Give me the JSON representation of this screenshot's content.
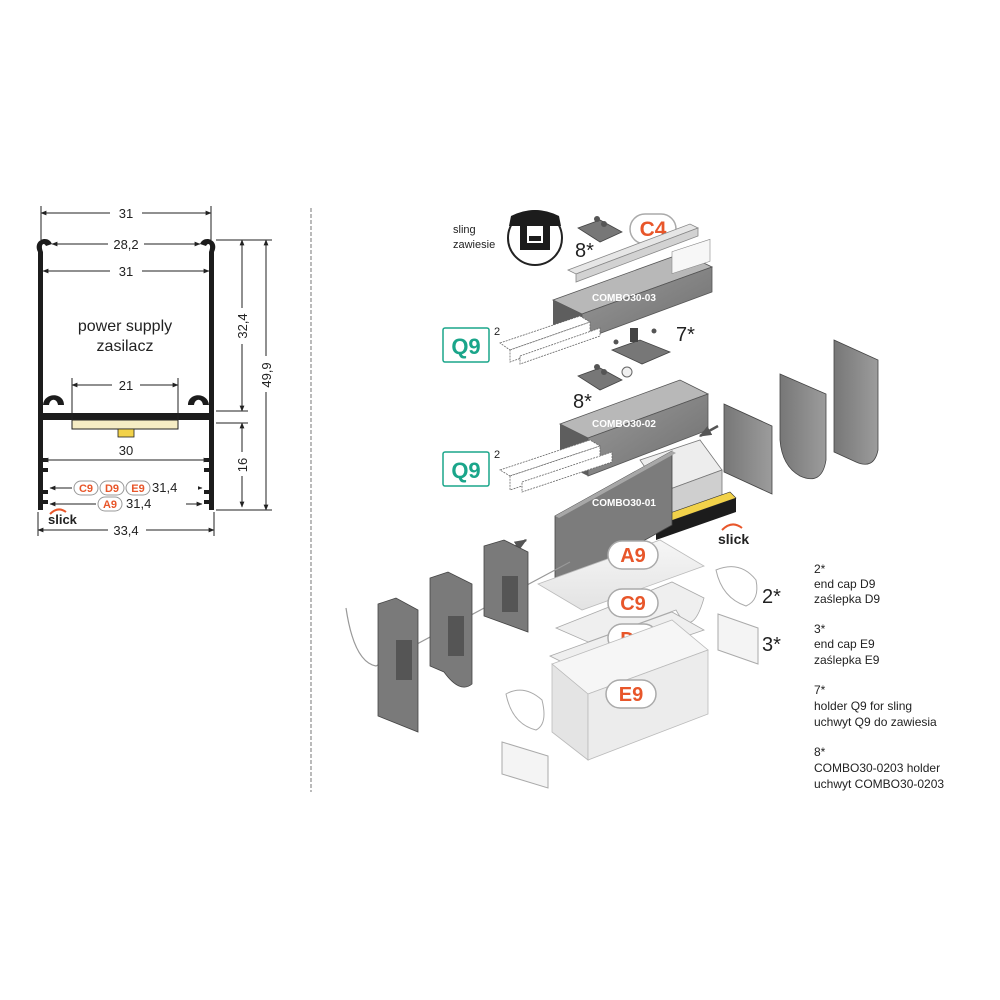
{
  "cross_section": {
    "dimensions": {
      "top_width": "31",
      "inner_top": "28,2",
      "inner_width": "31",
      "height_upper": "32,4",
      "height_total": "49,9",
      "led_width": "21",
      "chamber_width": "30",
      "height_lower": "16",
      "width_c9_d9_e9": "31,4",
      "width_a9": "31,4",
      "bottom_width": "33,4"
    },
    "label_en": "power supply",
    "label_pl": "zasilacz",
    "tags_row": [
      "C9",
      "D9",
      "E9"
    ],
    "tag_a9": "A9",
    "brand": "slick"
  },
  "exploded": {
    "sling_en": "sling",
    "sling_pl": "zawiesie",
    "combo_03": "COMBO30-03",
    "combo_02": "COMBO30-02",
    "combo_01": "COMBO30-01",
    "c4": "C4",
    "q9_top": "Q9",
    "q9_top_qty": "2",
    "q9_bottom": "Q9",
    "q9_bottom_qty": "2",
    "n8_top": "8*",
    "n8_bottom": "8*",
    "n7": "7*",
    "n2": "2*",
    "n3": "3*",
    "a9": "A9",
    "c9": "C9",
    "d9": "D9",
    "e9": "E9",
    "brand": "slick"
  },
  "legend": [
    {
      "num": "2*",
      "en": "end cap D9",
      "pl": "zaślepka D9"
    },
    {
      "num": "3*",
      "en": "end cap E9",
      "pl": "zaślepka E9"
    },
    {
      "num": "7*",
      "en": "holder Q9 for sling",
      "pl": "uchwyt Q9 do zawiesia"
    },
    {
      "num": "8*",
      "en": "COMBO30-0203 holder",
      "pl": "uchwyt COMBO30-0203"
    }
  ],
  "colors": {
    "tag_orange": "#e8562a",
    "tag_green": "#1aa58a",
    "profile_gray": "#8a8a8a",
    "profile_dark": "#1c1c1c",
    "led_yellow": "#f2d24a"
  }
}
